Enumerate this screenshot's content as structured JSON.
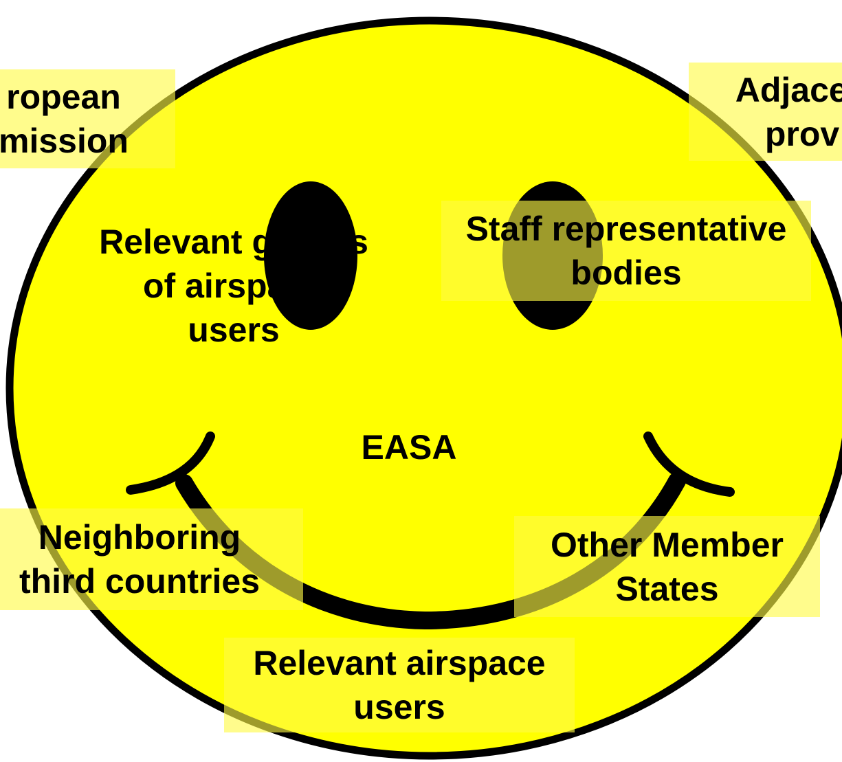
{
  "diagram": {
    "colors": {
      "face_fill": "#FFFF00",
      "outline": "#000000",
      "label_box": "#FFFA46",
      "text": "#000000"
    },
    "labels": {
      "european_commission": "ropean\nmission",
      "adjacent_providers": "Adjacen\nprov",
      "relevant_groups_airspace_users": "Relevant groups\nof airspace\nusers",
      "staff_representative_bodies": "Staff representative\nbodies",
      "center": "EASA",
      "neighboring_third_countries": "Neighboring\nthird countries",
      "other_member_states": "Other Member\nStates",
      "relevant_airspace_users": "Relevant airspace\nusers"
    }
  }
}
